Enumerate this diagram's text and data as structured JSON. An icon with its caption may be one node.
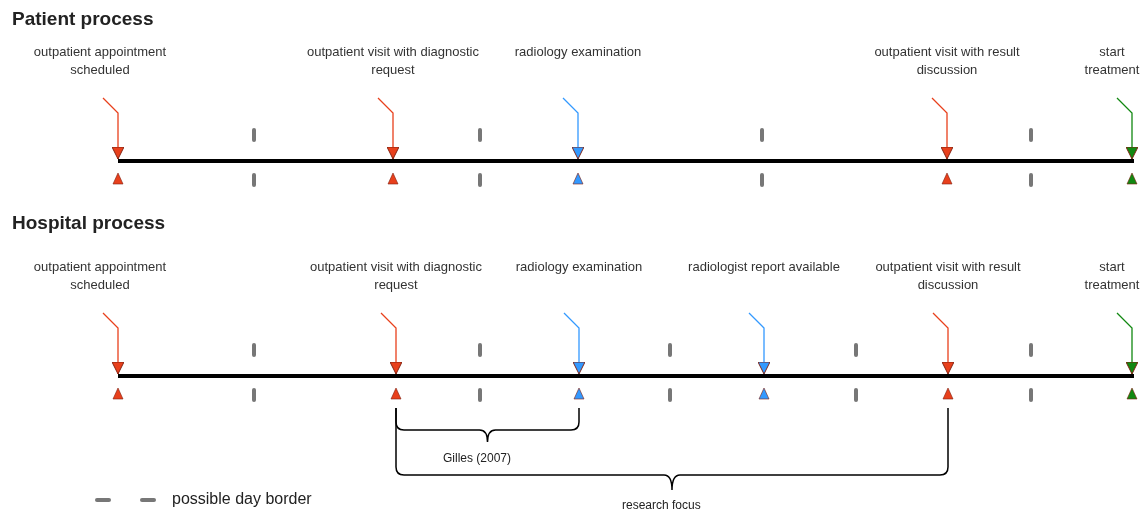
{
  "diagram": {
    "nodes": [
      {
        "text": [
          "outpatient appointment scheduled"
        ]
      },
      {
        "text": [
          "outpatient visit with diagnostic request"
        ]
      },
      {
        "text": [
          "radiology examination"
        ]
      },
      {
        "text": [
          "outpatient visit with result discussion"
        ]
      },
      {
        "text": [
          "start treatment"
        ]
      },
      {
        "text": [],
        "shape": "bar"
      },
      {
        "text": [
          "outpatient appointment scheduled"
        ]
      },
      {
        "text": [
          "outpatient visit with diagnostic request"
        ]
      },
      {
        "text": [
          "radiology examination"
        ]
      },
      {
        "text": [
          "radiologist report available"
        ]
      },
      {
        "text": [
          "outpatient visit with result discussion"
        ]
      },
      {
        "text": [
          "start treatment"
        ]
      },
      {
        "text": [],
        "shape": "bar"
      }
    ],
    "edges": [
      {
        "from": 0,
        "to": 5,
        "arrow": "to"
      },
      {
        "from": 1,
        "to": 5,
        "arrow": "to"
      },
      {
        "from": 2,
        "to": 5,
        "arrow": "to",
        "color": "#3399ff"
      },
      {
        "from": 3,
        "to": 5,
        "arrow": "to"
      },
      {
        "from": 4,
        "to": 5,
        "arrow": "to",
        "color": "#118811"
      },
      {
        "from": 6,
        "to": 12,
        "arrow": "to"
      },
      {
        "from": 7,
        "to": 12,
        "arrow": "to"
      },
      {
        "from": 8,
        "to": 12,
        "arrow": "to",
        "color": "#3399ff"
      },
      {
        "from": 9,
        "to": 12,
        "arrow": "to",
        "color": "#3399ff"
      },
      {
        "from": 10,
        "to": 12,
        "arrow": "to"
      },
      {
        "from": 11,
        "to": 12,
        "arrow": "to",
        "color": "#118811"
      }
    ],
    "labels": [
      "Patient process",
      "Hospital process",
      "Gilles (2007)",
      "research focus"
    ],
    "legend": [
      {
        "text": "possible day border"
      }
    ]
  }
}
